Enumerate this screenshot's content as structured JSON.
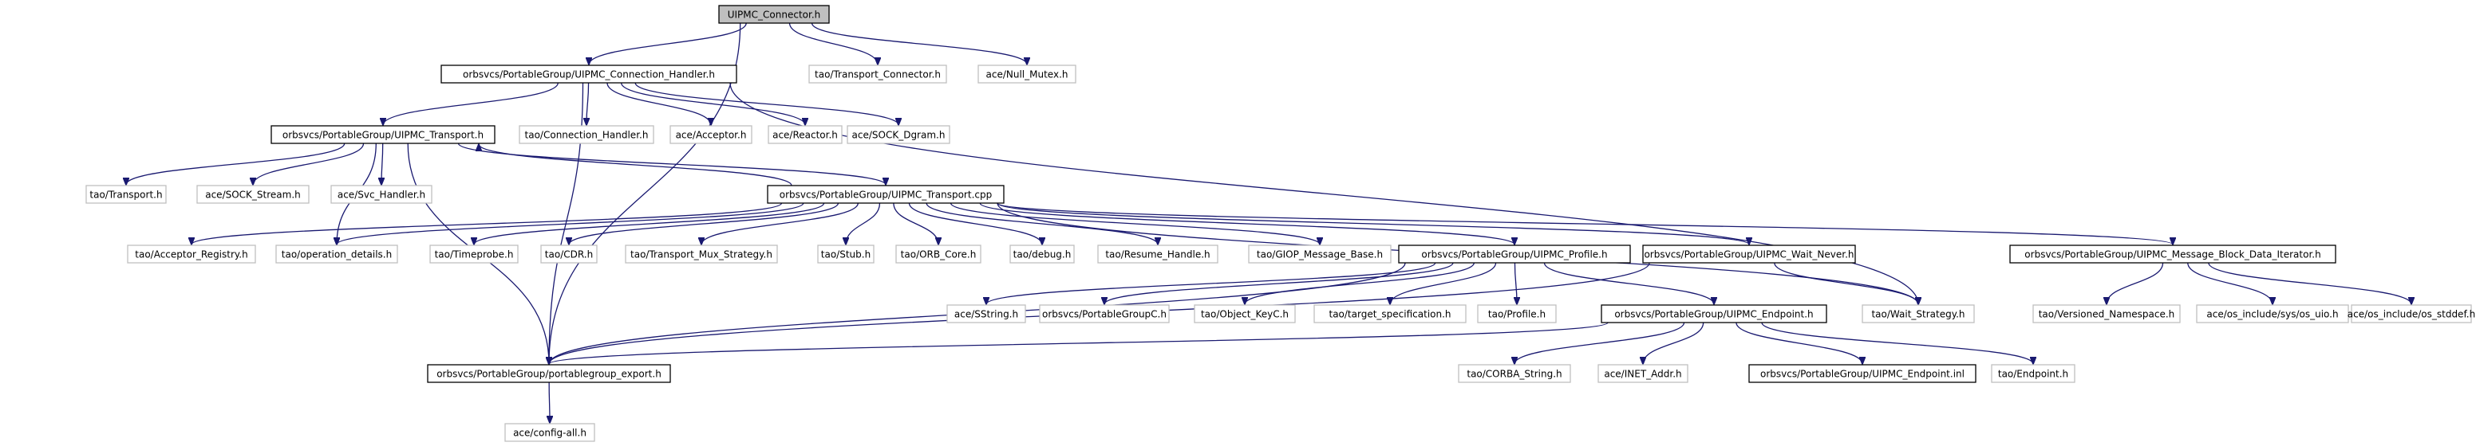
{
  "nodes": [
    {
      "id": "n0",
      "label": "UIPMC_Connector.h",
      "kind": "root"
    },
    {
      "id": "n1",
      "label": "orbsvcs/PortableGroup/UIPMC_Connection_Handler.h",
      "kind": "doc"
    },
    {
      "id": "n2",
      "label": "tao/Transport_Connector.h",
      "kind": "ext"
    },
    {
      "id": "n3",
      "label": "ace/Null_Mutex.h",
      "kind": "ext"
    },
    {
      "id": "n4",
      "label": "orbsvcs/PortableGroup/UIPMC_Transport.h",
      "kind": "doc"
    },
    {
      "id": "n5",
      "label": "tao/Connection_Handler.h",
      "kind": "ext"
    },
    {
      "id": "n6",
      "label": "ace/Acceptor.h",
      "kind": "ext"
    },
    {
      "id": "n7",
      "label": "ace/Reactor.h",
      "kind": "ext"
    },
    {
      "id": "n8",
      "label": "ace/SOCK_Dgram.h",
      "kind": "ext"
    },
    {
      "id": "n9",
      "label": "tao/Transport.h",
      "kind": "ext"
    },
    {
      "id": "n10",
      "label": "ace/SOCK_Stream.h",
      "kind": "ext"
    },
    {
      "id": "n11",
      "label": "ace/Svc_Handler.h",
      "kind": "ext"
    },
    {
      "id": "n12",
      "label": "orbsvcs/PortableGroup/UIPMC_Transport.cpp",
      "kind": "doc"
    },
    {
      "id": "n13",
      "label": "tao/Acceptor_Registry.h",
      "kind": "ext"
    },
    {
      "id": "n14",
      "label": "tao/operation_details.h",
      "kind": "ext"
    },
    {
      "id": "n15",
      "label": "tao/Timeprobe.h",
      "kind": "ext"
    },
    {
      "id": "n16",
      "label": "tao/CDR.h",
      "kind": "ext"
    },
    {
      "id": "n17",
      "label": "tao/Transport_Mux_Strategy.h",
      "kind": "ext"
    },
    {
      "id": "n18",
      "label": "tao/Stub.h",
      "kind": "ext"
    },
    {
      "id": "n19",
      "label": "tao/ORB_Core.h",
      "kind": "ext"
    },
    {
      "id": "n20",
      "label": "tao/debug.h",
      "kind": "ext"
    },
    {
      "id": "n21",
      "label": "tao/Resume_Handle.h",
      "kind": "ext"
    },
    {
      "id": "n22",
      "label": "tao/GIOP_Message_Base.h",
      "kind": "ext"
    },
    {
      "id": "n23",
      "label": "orbsvcs/PortableGroup/UIPMC_Profile.h",
      "kind": "doc"
    },
    {
      "id": "n24",
      "label": "orbsvcs/PortableGroup/UIPMC_Wait_Never.h",
      "kind": "doc"
    },
    {
      "id": "n25",
      "label": "orbsvcs/PortableGroup/UIPMC_Message_Block_Data_Iterator.h",
      "kind": "doc"
    },
    {
      "id": "n26",
      "label": "ace/SString.h",
      "kind": "ext"
    },
    {
      "id": "n27",
      "label": "orbsvcs/PortableGroupC.h",
      "kind": "ext"
    },
    {
      "id": "n28",
      "label": "tao/Object_KeyC.h",
      "kind": "ext"
    },
    {
      "id": "n29",
      "label": "tao/target_specification.h",
      "kind": "ext"
    },
    {
      "id": "n30",
      "label": "tao/Profile.h",
      "kind": "ext"
    },
    {
      "id": "n31",
      "label": "orbsvcs/PortableGroup/UIPMC_Endpoint.h",
      "kind": "doc"
    },
    {
      "id": "n32",
      "label": "tao/Wait_Strategy.h",
      "kind": "ext"
    },
    {
      "id": "n33",
      "label": "tao/Versioned_Namespace.h",
      "kind": "ext"
    },
    {
      "id": "n34",
      "label": "ace/os_include/sys/os_uio.h",
      "kind": "ext"
    },
    {
      "id": "n35",
      "label": "ace/os_include/os_stddef.h",
      "kind": "ext"
    },
    {
      "id": "n36",
      "label": "orbsvcs/PortableGroup/portablegroup_export.h",
      "kind": "doc"
    },
    {
      "id": "n37",
      "label": "tao/CORBA_String.h",
      "kind": "ext"
    },
    {
      "id": "n38",
      "label": "ace/INET_Addr.h",
      "kind": "ext"
    },
    {
      "id": "n39",
      "label": "orbsvcs/PortableGroup/UIPMC_Endpoint.inl",
      "kind": "doc"
    },
    {
      "id": "n40",
      "label": "tao/Endpoint.h",
      "kind": "ext"
    },
    {
      "id": "n41",
      "label": "ace/config-all.h",
      "kind": "ext"
    }
  ],
  "edges": [
    [
      "n0",
      "n1"
    ],
    [
      "n0",
      "n2"
    ],
    [
      "n0",
      "n3"
    ],
    [
      "n0",
      "n36"
    ],
    [
      "n1",
      "n4"
    ],
    [
      "n1",
      "n5"
    ],
    [
      "n1",
      "n6"
    ],
    [
      "n1",
      "n7"
    ],
    [
      "n1",
      "n8"
    ],
    [
      "n1",
      "n36"
    ],
    [
      "n1",
      "n32"
    ],
    [
      "n4",
      "n9"
    ],
    [
      "n4",
      "n10"
    ],
    [
      "n4",
      "n11"
    ],
    [
      "n4",
      "n12"
    ],
    [
      "n4",
      "n14"
    ],
    [
      "n4",
      "n36"
    ],
    [
      "n12",
      "n4"
    ],
    [
      "n12",
      "n13"
    ],
    [
      "n12",
      "n14"
    ],
    [
      "n12",
      "n15"
    ],
    [
      "n12",
      "n16"
    ],
    [
      "n12",
      "n17"
    ],
    [
      "n12",
      "n18"
    ],
    [
      "n12",
      "n19"
    ],
    [
      "n12",
      "n20"
    ],
    [
      "n12",
      "n21"
    ],
    [
      "n12",
      "n22"
    ],
    [
      "n12",
      "n23"
    ],
    [
      "n12",
      "n24"
    ],
    [
      "n12",
      "n25"
    ],
    [
      "n12",
      "n32"
    ],
    [
      "n23",
      "n26"
    ],
    [
      "n23",
      "n27"
    ],
    [
      "n23",
      "n28"
    ],
    [
      "n23",
      "n29"
    ],
    [
      "n23",
      "n30"
    ],
    [
      "n23",
      "n31"
    ],
    [
      "n23",
      "n36"
    ],
    [
      "n24",
      "n32"
    ],
    [
      "n24",
      "n36"
    ],
    [
      "n25",
      "n33"
    ],
    [
      "n25",
      "n34"
    ],
    [
      "n25",
      "n35"
    ],
    [
      "n31",
      "n36"
    ],
    [
      "n31",
      "n37"
    ],
    [
      "n31",
      "n38"
    ],
    [
      "n31",
      "n39"
    ],
    [
      "n31",
      "n40"
    ],
    [
      "n36",
      "n41"
    ]
  ]
}
